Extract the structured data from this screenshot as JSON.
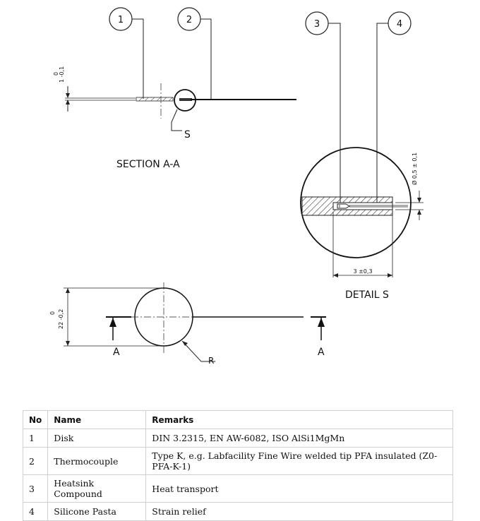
{
  "balloons": [
    "1",
    "2",
    "3",
    "4"
  ],
  "section": {
    "title": "SECTION A-A",
    "thickness_dim": "1 -0,1",
    "thickness_dim_upper": "0",
    "thickness_dim_lower": "1 -0,1",
    "detail_ref": "S"
  },
  "detail": {
    "title": "DETAIL S",
    "dia_dim": "Ø 0,5 ± 0,1",
    "length_dim": "3 ±0,3"
  },
  "plan": {
    "dia_dim_upper": "0",
    "dia_dim_lower": "22 -0,2",
    "section_mark": "A",
    "radius_label": "R"
  },
  "table": {
    "headers": [
      "No",
      "Name",
      "Remarks"
    ],
    "rows": [
      [
        "1",
        "Disk",
        "DIN 3.2315, EN AW-6082, ISO AlSi1MgMn"
      ],
      [
        "2",
        "Thermocouple",
        "Type K, e.g. Labfacility Fine Wire welded tip PFA insulated (Z0-PFA-K-1)"
      ],
      [
        "3",
        "Heatsink Compound",
        "Heat transport"
      ],
      [
        "4",
        "Silicone Pasta",
        "Strain relief"
      ]
    ]
  }
}
